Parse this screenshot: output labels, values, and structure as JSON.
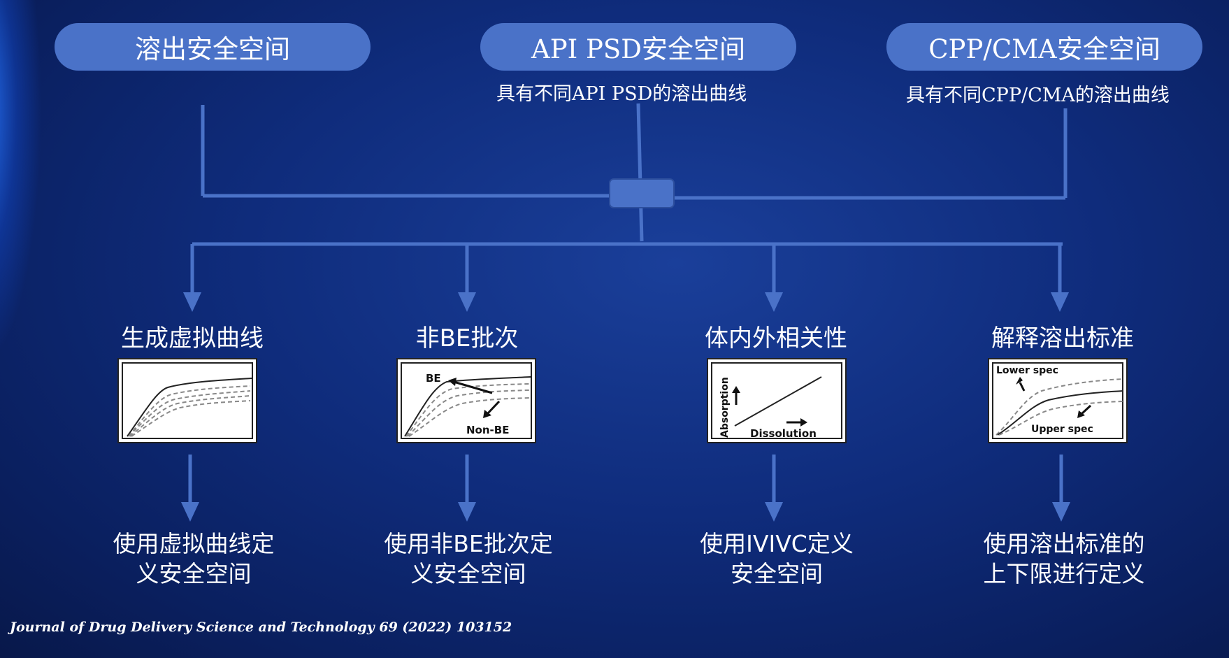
{
  "top_boxes": [
    {
      "label": "溶出安全空间",
      "subtitle": ""
    },
    {
      "label": "API PSD安全空间",
      "subtitle": "具有不同API PSD的溶出曲线"
    },
    {
      "label": "CPP/CMA安全空间",
      "subtitle": "具有不同CPP/CMA的溶出曲线"
    }
  ],
  "categories": [
    {
      "title": "生成虚拟曲线",
      "result_line1": "使用虚拟曲线定",
      "result_line2": "义安全空间"
    },
    {
      "title": "非BE批次",
      "result_line1": "使用非BE批次定",
      "result_line2": "义安全空间"
    },
    {
      "title": "体内外相关性",
      "result_line1": "使用IVIVC定义",
      "result_line2": "安全空间"
    },
    {
      "title": "解释溶出标准",
      "result_line1": "使用溶出标准的",
      "result_line2": "上下限进行定义"
    }
  ],
  "thumb_labels": {
    "be": "BE",
    "non_be": "Non-BE",
    "absorption": "Absorption",
    "dissolution": "Dissolution",
    "lower_spec": "Lower spec",
    "upper_spec": "Upper spec"
  },
  "citation": "Journal of Drug Delivery Science and Technology 69 (2022) 103152",
  "colors": {
    "accent": "#4a72c8",
    "connector": "#4a72c8",
    "hub": "#4a72c8"
  }
}
